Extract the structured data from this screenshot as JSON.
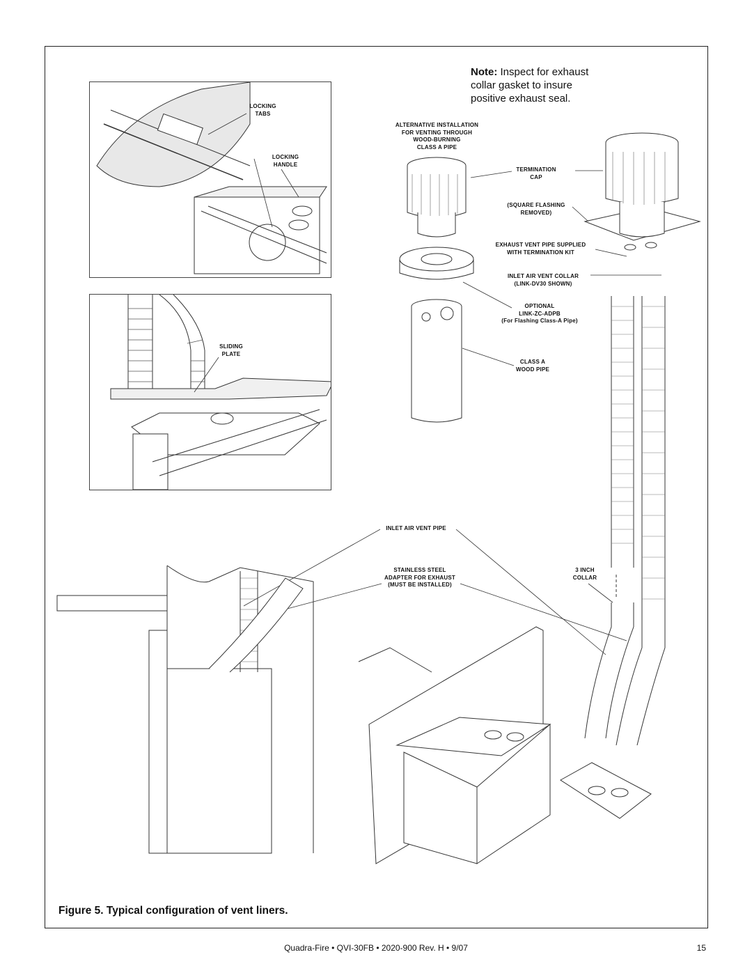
{
  "note": {
    "bold": "Note:",
    "line1": "Inspect for exhaust",
    "line2": "collar gasket to insure",
    "line3": "positive exhaust seal."
  },
  "labels": {
    "locking_tabs": [
      "LOCKING",
      "TABS"
    ],
    "locking_handle": [
      "LOCKING",
      "HANDLE"
    ],
    "sliding_plate": [
      "SLIDING",
      "PLATE"
    ],
    "alternative_installation": [
      "ALTERNATIVE INSTALLATION",
      "FOR VENTING THROUGH",
      "WOOD-BURNING",
      "CLASS A PIPE"
    ],
    "termination_cap": [
      "TERMINATION",
      "CAP"
    ],
    "square_flashing": [
      "(SQUARE FLASHING",
      "REMOVED)"
    ],
    "exhaust_vent_pipe": [
      "EXHAUST VENT PIPE SUPPLIED",
      "WITH TERMINATION KIT"
    ],
    "inlet_air_collar": [
      "INLET AIR VENT COLLAR",
      "(LINK-DV30 SHOWN)"
    ],
    "optional": [
      "OPTIONAL",
      "LINK-ZC-ADPB",
      "(For Flashing Class-A Pipe)"
    ],
    "class_a_wood_pipe": [
      "CLASS A",
      "WOOD PIPE"
    ],
    "inlet_air_vent_pipe": [
      "INLET AIR VENT PIPE"
    ],
    "stainless_steel": [
      "STAINLESS STEEL",
      "ADAPTER FOR EXHAUST",
      "(MUST BE INSTALLED)"
    ],
    "three_inch_collar": [
      "3 INCH",
      "COLLAR"
    ]
  },
  "caption": "Figure 5.  Typical configuration of vent liners.",
  "footer": {
    "text": "Quadra-Fire  •  QVI-30FB  •  2020-900  Rev. H  •  9/07",
    "page_number": "15"
  }
}
